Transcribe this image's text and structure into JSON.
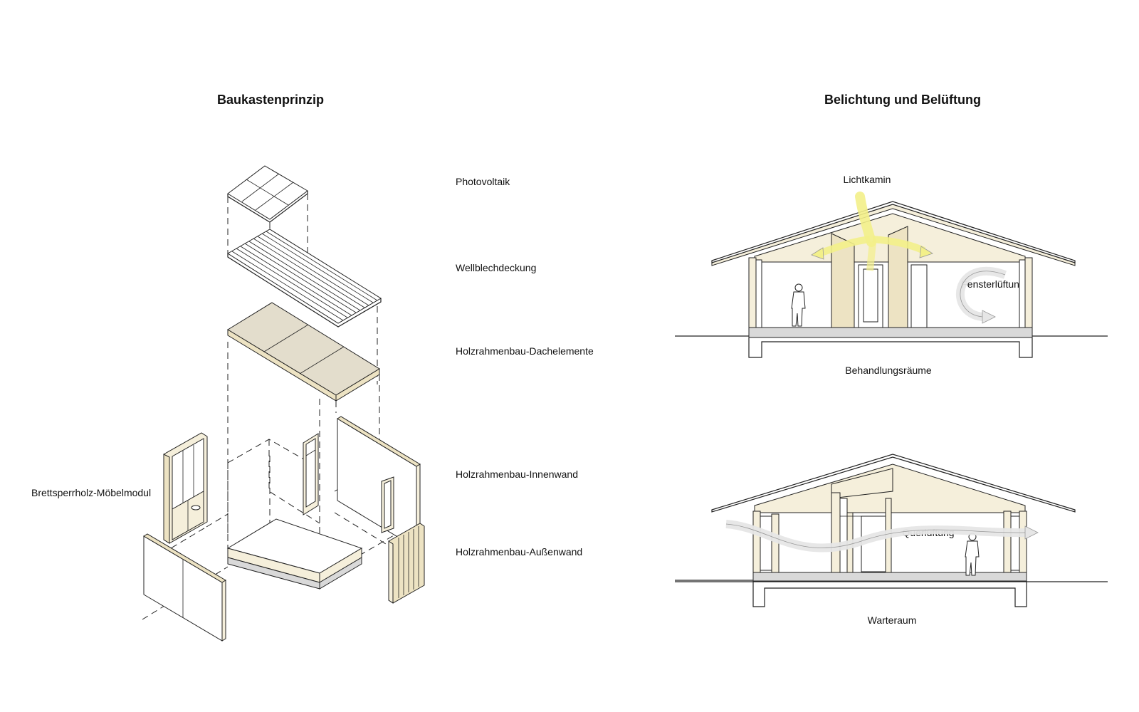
{
  "left": {
    "title": "Baukastenprinzip",
    "labels": {
      "photovoltaik": "Photovoltaik",
      "wellblech": "Wellblechdeckung",
      "dachelemente": "Holzrahmenbau-Dachelemente",
      "innenwand": "Holzrahmenbau-Innenwand",
      "aussenwand": "Holzrahmenbau-Außenwand",
      "moebelmodul": "Brettsperrholz-Möbelmodul"
    }
  },
  "right": {
    "title": "Belichtung und Belüftung",
    "section_top": {
      "lichtkamin": "Lichtkamin",
      "fensterlueftung": "Fensterlüftung",
      "caption": "Behandlungsräume"
    },
    "section_bottom": {
      "querlueftung": "Querlüftung",
      "caption": "Warteraum"
    }
  },
  "colors": {
    "wood": "#ede3c3",
    "wood_light": "#f5efdb",
    "roof_panel": "#e3ddcc",
    "floor": "#d9d9d9",
    "light_arrow": "#f3f08a",
    "air_arrow": "#e6e6e6"
  }
}
